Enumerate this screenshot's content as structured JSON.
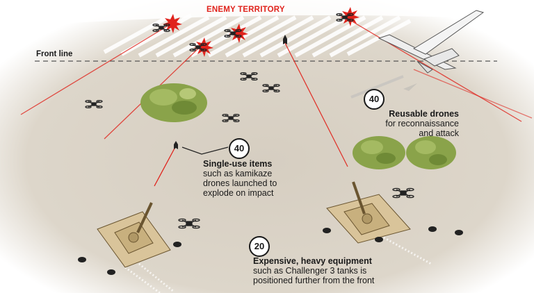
{
  "header": {
    "enemy_territory": "ENEMY TERRITORY",
    "front_line": "Front line"
  },
  "callouts": {
    "reusable": {
      "count": "40",
      "title": "Reusable drones",
      "line1": "for reconnaissance",
      "line2": "and attack"
    },
    "single_use": {
      "count": "40",
      "title": "Single-use items",
      "line1": "such as kamikaze",
      "line2": "drones launched to",
      "line3": "explode on impact"
    },
    "heavy": {
      "count": "20",
      "title": "Expensive, heavy equipment",
      "line1": "such as Challenger 3 tanks is",
      "line2": "positioned further from the front"
    }
  },
  "colors": {
    "ground": "#d9d1c4",
    "accent_red": "#e0231c",
    "tree_green": "#8aa34a",
    "tank_tan": "#d9c49a"
  }
}
